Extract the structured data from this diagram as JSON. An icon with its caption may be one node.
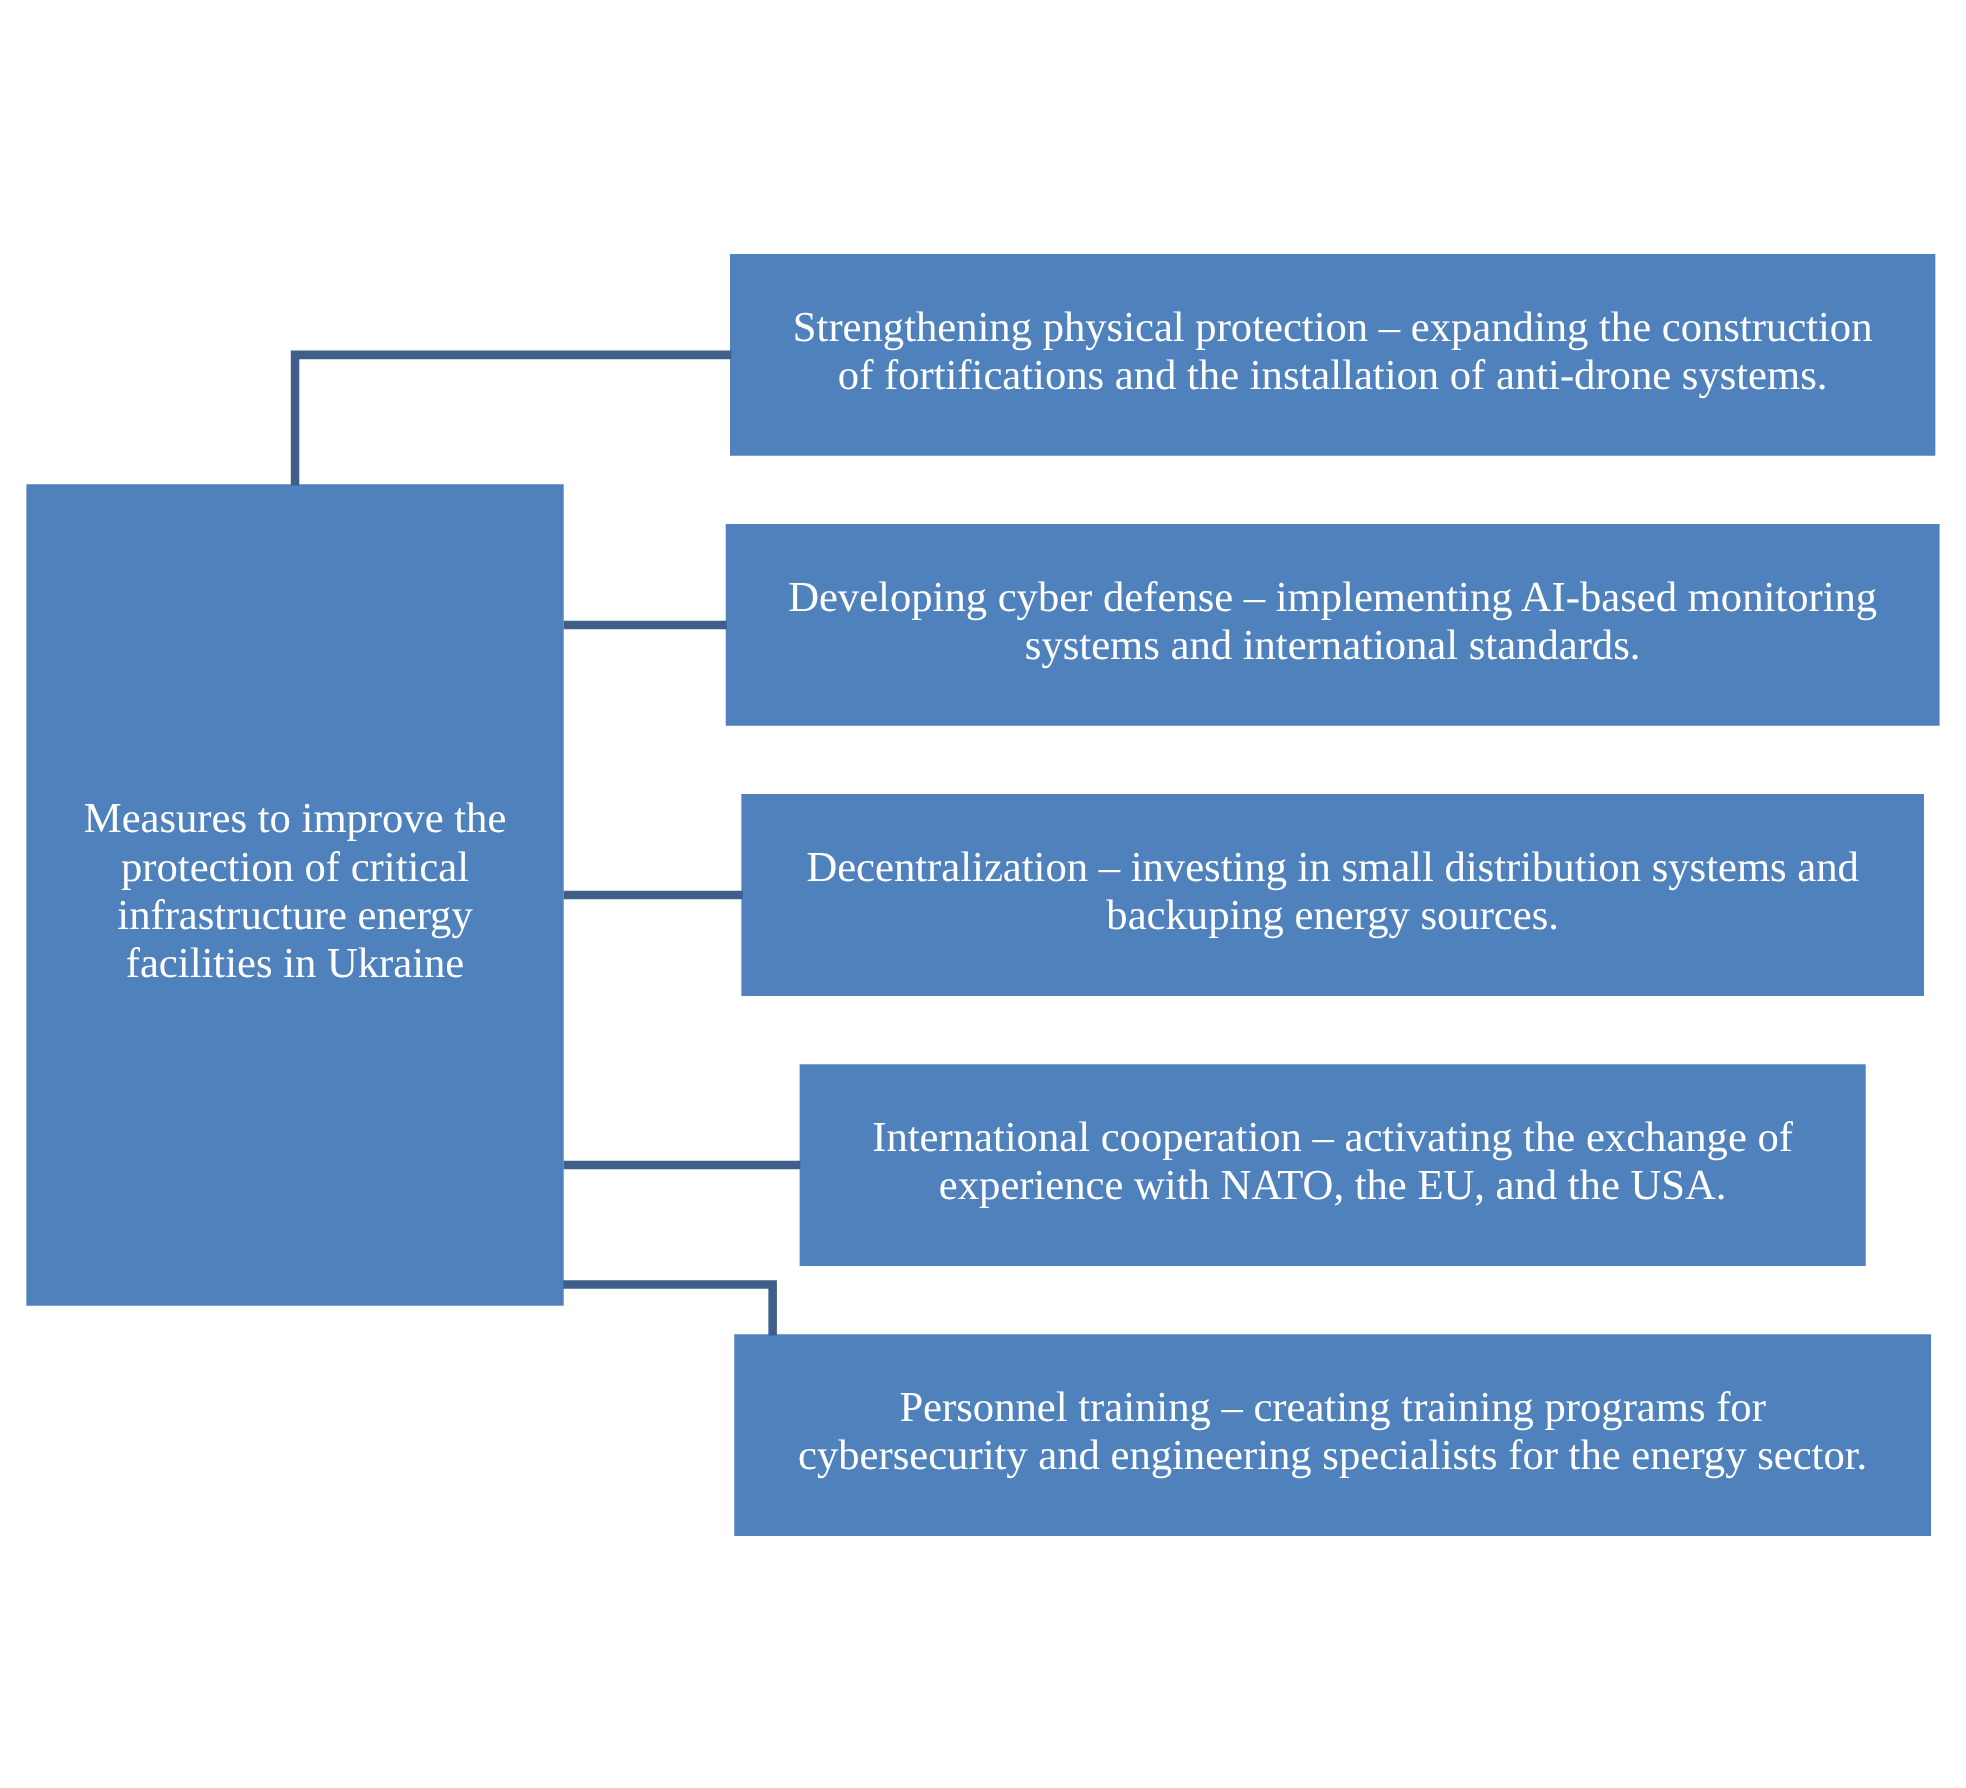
{
  "diagram": {
    "nodes": [
      {
        "text": [
          "Measures to improve the protection of critical infrastructure energy facilities in Ukraine"
        ]
      },
      {
        "text": [
          "Strengthening physical protection – expanding the construction of fortifications and the installation of anti-drone systems."
        ]
      },
      {
        "text": [
          "Developing cyber defense – implementing AI-based monitoring systems and international standards."
        ]
      },
      {
        "text": [
          "Decentralization – investing in small distribution systems and backuping energy sources."
        ]
      },
      {
        "text": [
          "International cooperation – activating the exchange of experience with NATO, the EU, and the USA."
        ]
      },
      {
        "text": [
          "Personnel training – creating training programs for cybersecurity and engineering specialists for the energy sector."
        ]
      }
    ],
    "edges": [
      {
        "from": 0,
        "to": 1,
        "arrow": "none"
      },
      {
        "from": 0,
        "to": 2,
        "arrow": "none"
      },
      {
        "from": 0,
        "to": 3,
        "arrow": "none"
      },
      {
        "from": 0,
        "to": 4,
        "arrow": "none"
      },
      {
        "from": 0,
        "to": 5,
        "arrow": "none"
      }
    ]
  }
}
